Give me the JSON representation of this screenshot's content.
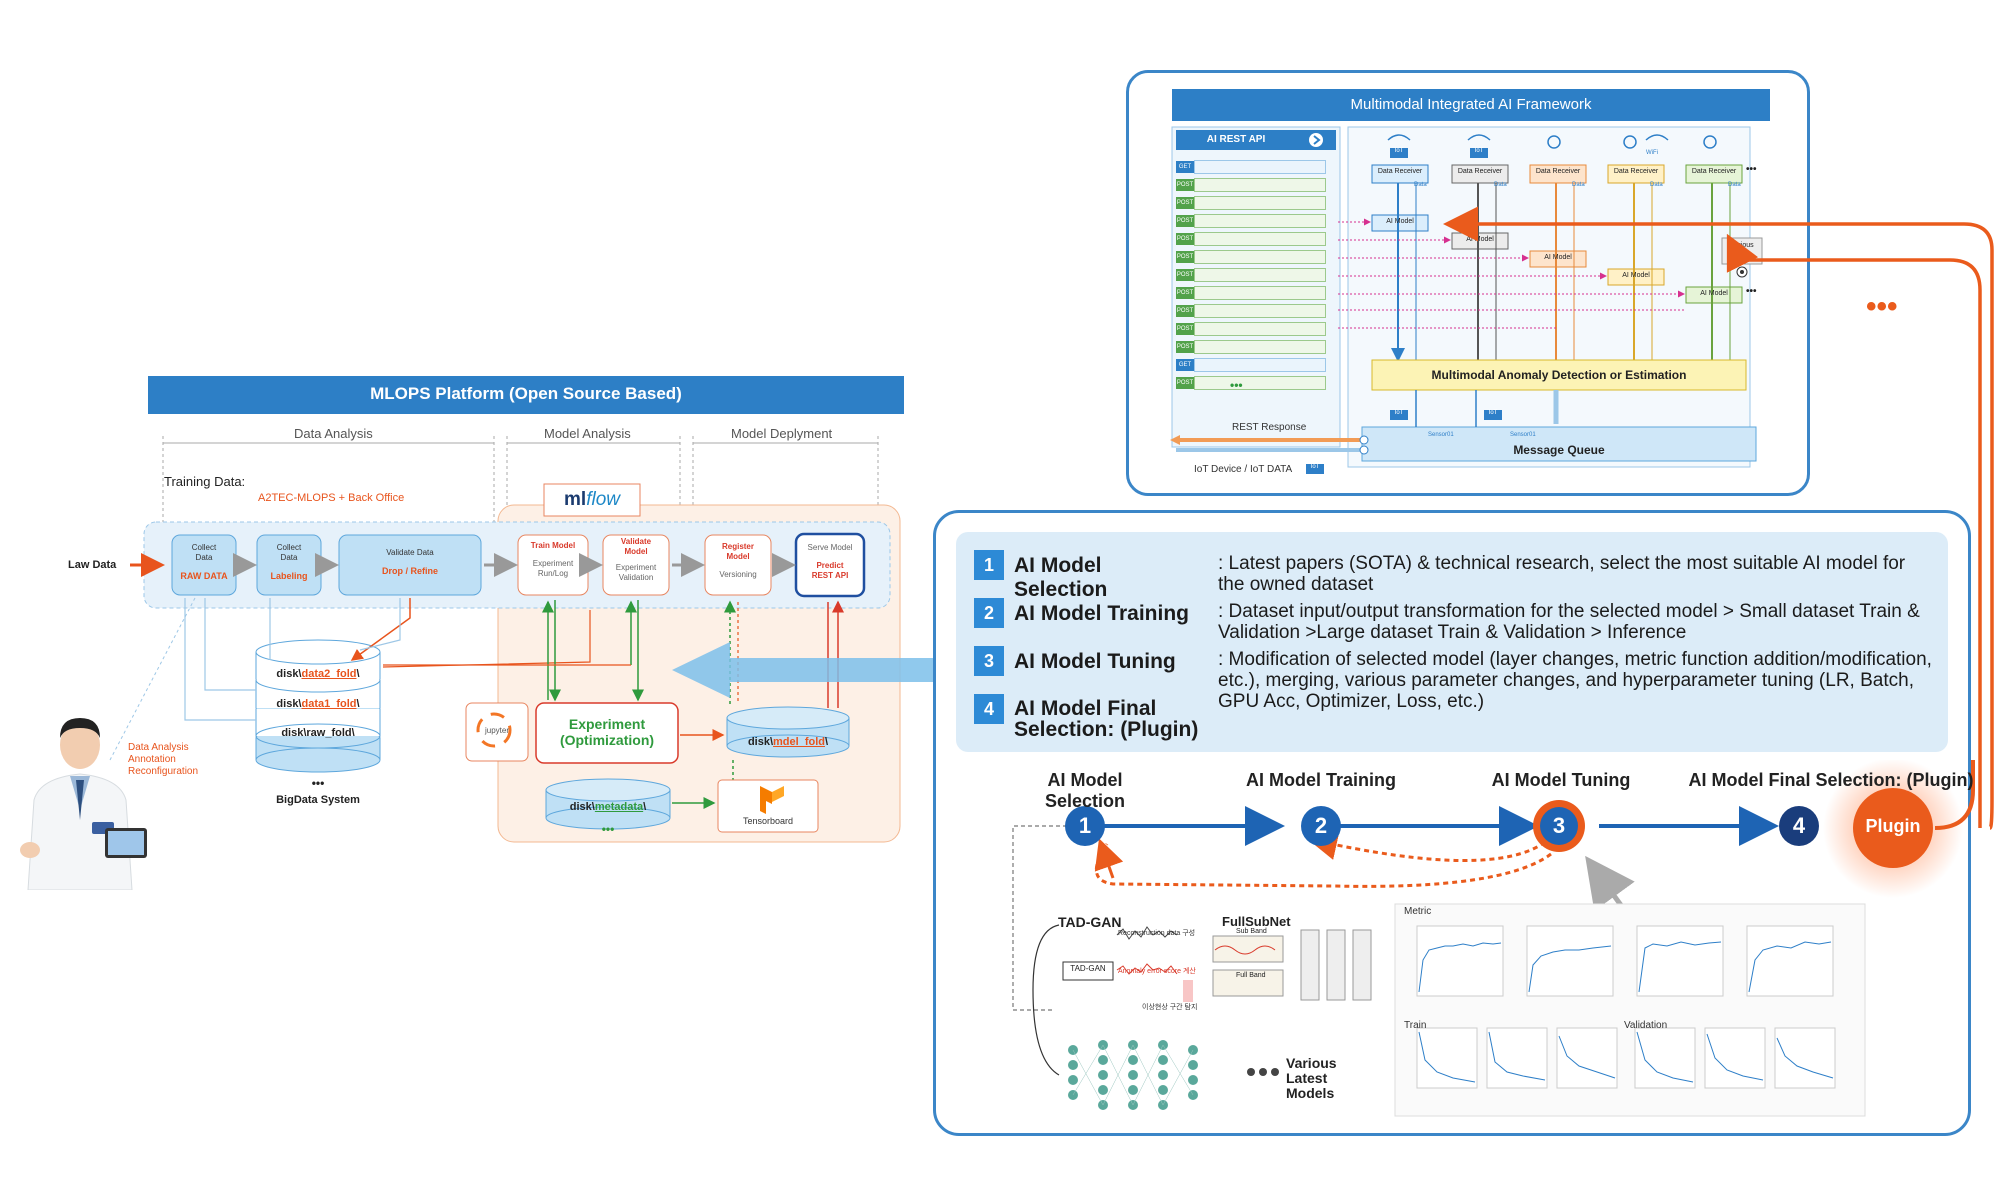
{
  "mlops": {
    "title": "MLOPS Platform (Open Source Based)",
    "sections": [
      "Data Analysis",
      "Model Analysis",
      "Model Deplyment"
    ],
    "training_data_label": "Training Data:",
    "training_data_sub": "A2TEC-MLOPS + Back Office",
    "law_data": "Law Data",
    "mlflow_prefix": "ml",
    "mlflow_suffix": "flow",
    "boxes": {
      "collect": {
        "top": "Collect Data",
        "bottom": "RAW DATA"
      },
      "label": {
        "top": "Collect Data",
        "bottom": "Labeling"
      },
      "validate": {
        "top": "Validate Data",
        "bottom": "Drop / Refine"
      },
      "train": {
        "top": "Train Model",
        "sub1": "Experiment",
        "sub2": "Run/Log"
      },
      "vmodel": {
        "top1": "Validate",
        "top2": "Model",
        "sub1": "Experiment",
        "sub2": "Validation"
      },
      "register": {
        "top1": "Register",
        "top2": "Model",
        "sub": "Versioning"
      },
      "serve": {
        "top": "Serve Model",
        "b1": "Predict",
        "b2": "REST API"
      }
    },
    "disks": {
      "data2_prefix": "disk\\",
      "data2": "data2_fold",
      "data2_suffix": "\\",
      "data1_prefix": "disk\\",
      "data1": "data1_fold",
      "data1_suffix": "\\",
      "raw": "disk\\raw_fold\\",
      "model_prefix": "disk\\",
      "model": "mdel_fold",
      "model_suffix": "\\",
      "meta_prefix": "disk\\",
      "meta": "metadata",
      "meta_suffix": "\\"
    },
    "ellipsis": "•••",
    "bigdata": "BigData System",
    "experiment": {
      "line1": "Experiment",
      "line2": "(Optimization)"
    },
    "jupyter": "jupyter",
    "tensorboard": "Tensorboard",
    "side_note": [
      "Data Analysis",
      "Annotation",
      "Reconfiguration"
    ]
  },
  "multimodal": {
    "title": "Multimodal Integrated AI Framework",
    "api_title": "AI REST API",
    "api_methods": [
      "GET",
      "POST",
      "POST",
      "POST",
      "POST",
      "POST",
      "POST",
      "POST",
      "POST",
      "POST",
      "POST",
      "GET",
      "POST"
    ],
    "receivers": [
      "Data Receiver",
      "Data Receiver",
      "Data Receiver",
      "Data Receiver",
      "Data Receiver"
    ],
    "data_label": "Data",
    "iot": "IoT",
    "wifi": "WiFi",
    "ai_model": "AI Model",
    "various": "Various",
    "anomaly": "Multimodal Anomaly Detection or Estimation",
    "rest_response": "REST Response",
    "iot_device": "IoT Device / IoT DATA",
    "sensor": "Sensor01",
    "message_queue": "Message Queue",
    "dots": "•••"
  },
  "steps": [
    {
      "num": "1",
      "title": "AI Model Selection",
      "desc": ": Latest papers (SOTA) & technical research, select the most suitable AI model for the owned dataset"
    },
    {
      "num": "2",
      "title": "AI Model Training",
      "desc": ": Dataset input/output transformation for the selected model > Small dataset Train & Validation >Large dataset Train & Validation > Inference"
    },
    {
      "num": "3",
      "title": "AI Model Tuning",
      "desc": ": Modification of selected model (layer changes, metric function addition/modification, etc.), merging, various parameter changes, and hyperparameter tuning (LR, Batch, GPU Acc, Optimizer, Loss, etc.)"
    },
    {
      "num": "4",
      "title": "AI Model Final Selection: (Plugin)",
      "desc": ""
    }
  ],
  "flow": {
    "labels": [
      "AI Model Selection",
      "AI Model Training",
      "AI Model Tuning",
      "AI Model Final Selection: (Plugin)"
    ],
    "nums": [
      "1",
      "2",
      "3",
      "4"
    ],
    "plugin": "Plugin"
  },
  "models": {
    "tadgan": "TAD-GAN",
    "tadgan_box": "TAD-GAN",
    "fullsubnet": "FullSubNet",
    "sub_band": "Sub Band",
    "full_band": "Full Band",
    "recon": "Reconstruction data 구성",
    "anomaly_score": "Anomaly error score 계산",
    "anomaly_section": "이상현상 구간 탐지",
    "various1": "Various",
    "various2": "Latest",
    "various3": "Models",
    "metric": "Metric",
    "train": "Train",
    "validation": "Validation"
  },
  "colors": {
    "blue": "#2e7fc8",
    "orange": "#ea5b1c",
    "dark_blue": "#1a3d7c",
    "light_blue_bg": "#dcecf8",
    "green": "#2f9a3d"
  }
}
